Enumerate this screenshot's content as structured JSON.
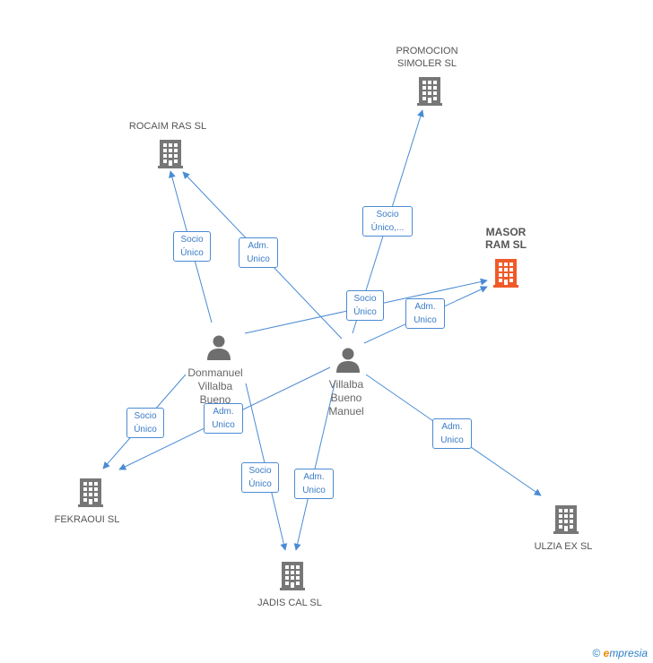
{
  "colors": {
    "edge": "#4a8bd4",
    "company": "#777777",
    "highlight": "#f05a28",
    "person": "#6e6e6e"
  },
  "companies": {
    "promocion": {
      "lines": [
        "PROMOCION",
        "SIMOLER SL"
      ],
      "icon": "building-icon"
    },
    "rocaim": {
      "lines": [
        "ROCAIM RAS SL"
      ],
      "icon": "building-icon"
    },
    "masor": {
      "lines": [
        "MASOR",
        "RAM SL"
      ],
      "icon": "building-icon",
      "highlighted": true
    },
    "fekraoui": {
      "lines": [
        "FEKRAOUI SL"
      ],
      "icon": "building-icon"
    },
    "jadis": {
      "lines": [
        "JADIS CAL SL"
      ],
      "icon": "building-icon"
    },
    "ulzia": {
      "lines": [
        "ULZIA EX SL"
      ],
      "icon": "building-icon"
    }
  },
  "persons": {
    "donmanuel": {
      "lines": [
        "Donmanuel",
        "Villalba",
        "Bueno"
      ],
      "icon": "person-icon"
    },
    "villalba": {
      "lines": [
        "Villalba",
        "Bueno",
        "Manuel"
      ],
      "icon": "person-icon"
    }
  },
  "edge_labels": {
    "e1": [
      "Socio",
      "Único"
    ],
    "e2": [
      "Adm.",
      "Unico"
    ],
    "e3": [
      "Socio",
      "Único,..."
    ],
    "e4": [
      "Socio",
      "Único"
    ],
    "e5": [
      "Adm.",
      "Unico"
    ],
    "e6": [
      "Socio",
      "Único"
    ],
    "e7": [
      "Adm.",
      "Unico"
    ],
    "e8": [
      "Socio",
      "Único"
    ],
    "e9": [
      "Adm.",
      "Unico"
    ],
    "e10": [
      "Adm.",
      "Unico"
    ]
  },
  "footer": {
    "copyright": "©",
    "brand_e": "e",
    "brand_rest": "mpresia"
  }
}
